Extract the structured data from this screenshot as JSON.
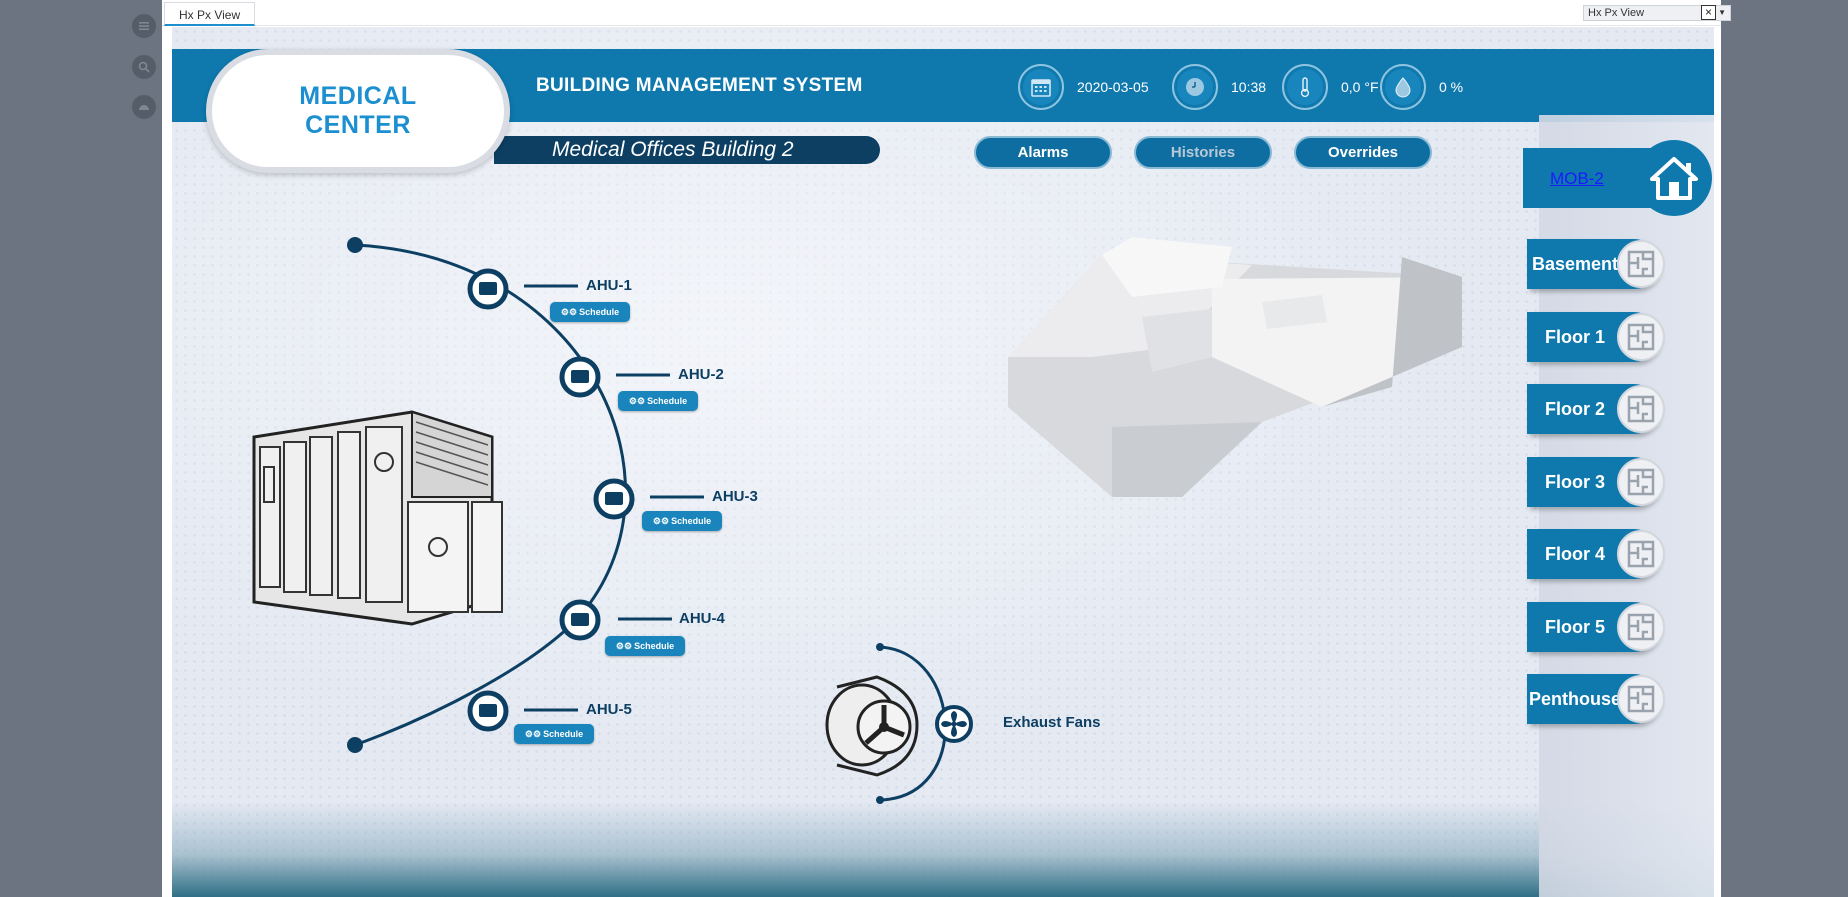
{
  "tab": {
    "label": "Hx Px View"
  },
  "view_select": {
    "value": "Hx Px View"
  },
  "logo": {
    "line1": "MEDICAL",
    "line2": "CENTER"
  },
  "header": {
    "title": "BUILDING MANAGEMENT SYSTEM",
    "building": "Medical Offices Building 2"
  },
  "status": {
    "date": "2020-03-05",
    "time": "10:38",
    "temperature": "0,0 °F",
    "humidity": "0 %"
  },
  "nav": {
    "alarms": "Alarms",
    "histories": "Histories",
    "overrides": "Overrides"
  },
  "sidebar": {
    "home_link": "MOB-2",
    "floors": [
      "Basement",
      "Floor 1",
      "Floor 2",
      "Floor 3",
      "Floor 4",
      "Floor 5",
      "Penthouse"
    ]
  },
  "ahus": [
    {
      "label": "AHU-1",
      "schedule": "Schedule"
    },
    {
      "label": "AHU-2",
      "schedule": "Schedule"
    },
    {
      "label": "AHU-3",
      "schedule": "Schedule"
    },
    {
      "label": "AHU-4",
      "schedule": "Schedule"
    },
    {
      "label": "AHU-5",
      "schedule": "Schedule"
    }
  ],
  "exhaust": {
    "label": "Exhaust Fans"
  },
  "colors": {
    "header_blue": "#0f79ae",
    "navy": "#0d3f63",
    "logo_blue": "#1b8fd0",
    "link": "#1a1aff"
  }
}
